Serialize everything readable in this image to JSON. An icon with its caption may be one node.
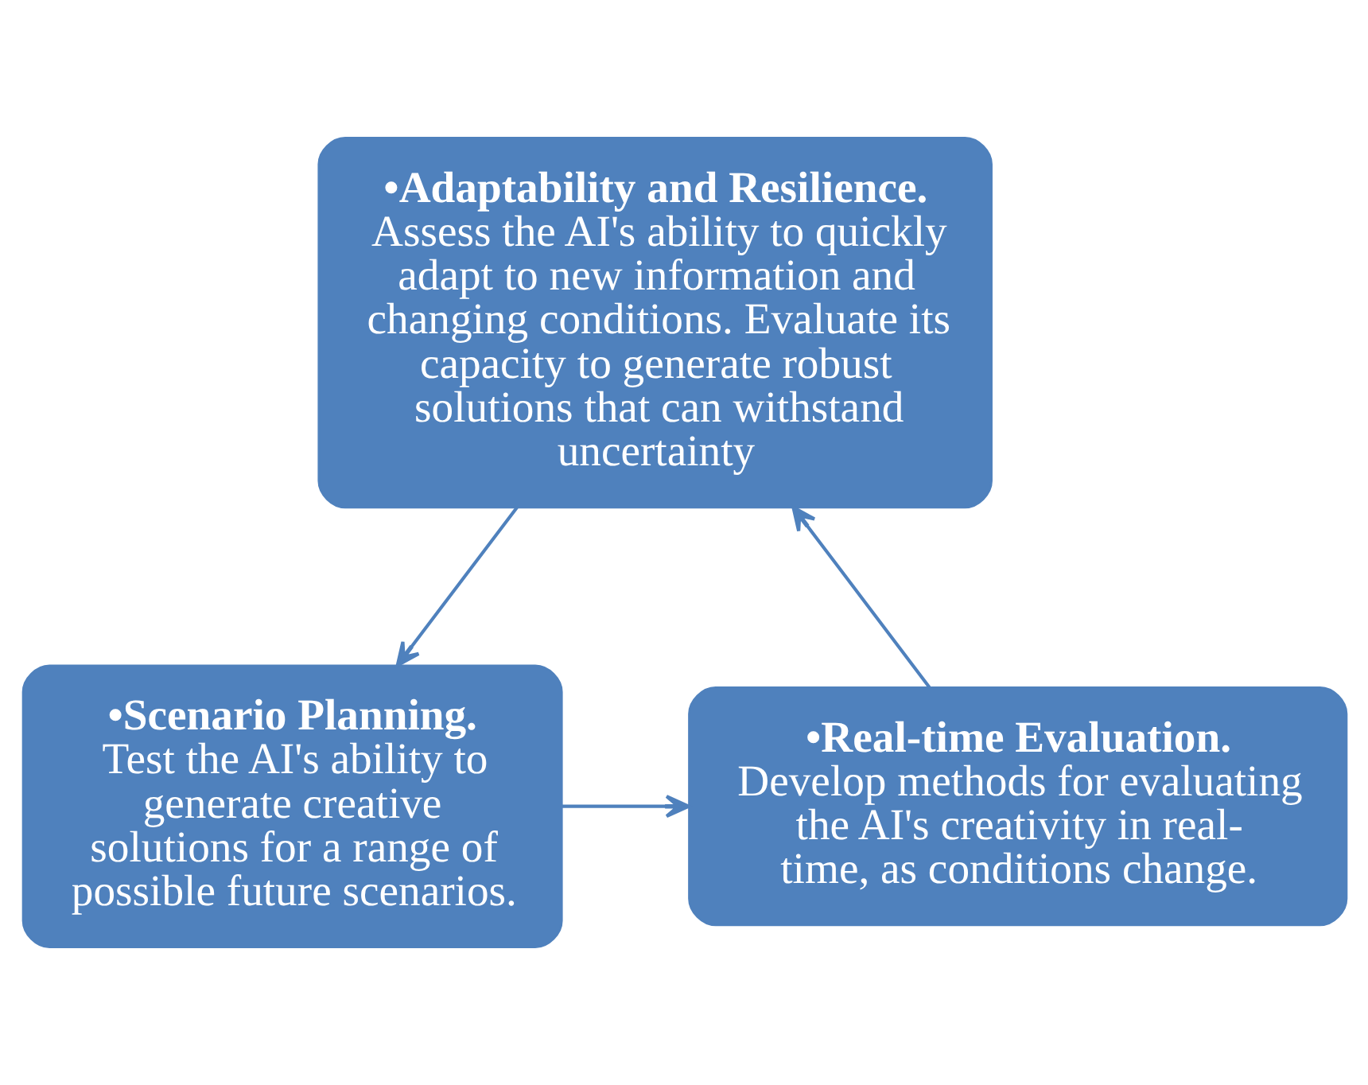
{
  "diagram": {
    "nodes": [
      {
        "text": [
          "•Adaptability and Resilience.",
          "Assess the AI's ability to quickly adapt to new information and changing conditions. Evaluate its capacity to generate robust solutions that can withstand uncertainty"
        ]
      },
      {
        "text": [
          "•Real-time Evaluation.",
          "Develop methods for evaluating the AI's creativity in real-time, as conditions change."
        ]
      },
      {
        "text": [
          "•Scenario Planning.",
          "Test the AI's ability to generate creative solutions for a range of possible future scenarios."
        ]
      }
    ],
    "edges": [
      {
        "from": 0,
        "to": 2,
        "arrow": "to"
      },
      {
        "from": 2,
        "to": 1,
        "arrow": "to"
      },
      {
        "from": 1,
        "to": 0,
        "arrow": "to"
      }
    ]
  }
}
